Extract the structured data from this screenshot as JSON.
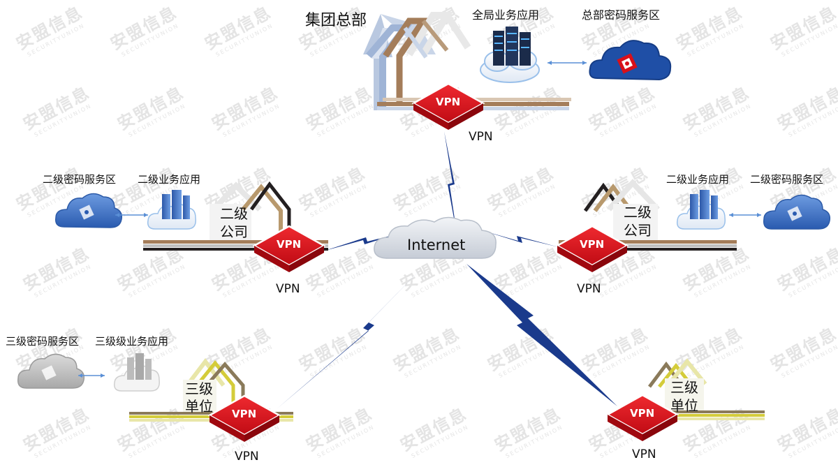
{
  "watermark": {
    "brand": "安盟信息",
    "sub": "SECURITYUNION"
  },
  "hq": {
    "title": "集团总部",
    "app": "全局业务应用",
    "crypto": "总部密码服务区",
    "vpn_label": "VPN"
  },
  "internet": {
    "label": "Internet"
  },
  "left2": {
    "crypto": "二级密码服务区",
    "app": "二级业务应用",
    "company_line1": "二级",
    "company_line2": "公司",
    "vpn_label": "VPN"
  },
  "right2": {
    "app": "二级业务应用",
    "crypto": "二级密码服务区",
    "company_line1": "二级",
    "company_line2": "公司",
    "vpn_label": "VPN"
  },
  "left3": {
    "crypto": "三级密码服务区",
    "app": "三级级业务应用",
    "unit_line1": "三级",
    "unit_line2": "单位",
    "vpn_label": "VPN"
  },
  "right3": {
    "unit_line1": "三级",
    "unit_line2": "单位",
    "vpn_label": "VPN"
  },
  "vpn_device_text": "VPN",
  "colors": {
    "vpn_red": "#d8101a",
    "link_blue": "#1a3a8c",
    "cloud_blue": "#3a6fc4"
  }
}
